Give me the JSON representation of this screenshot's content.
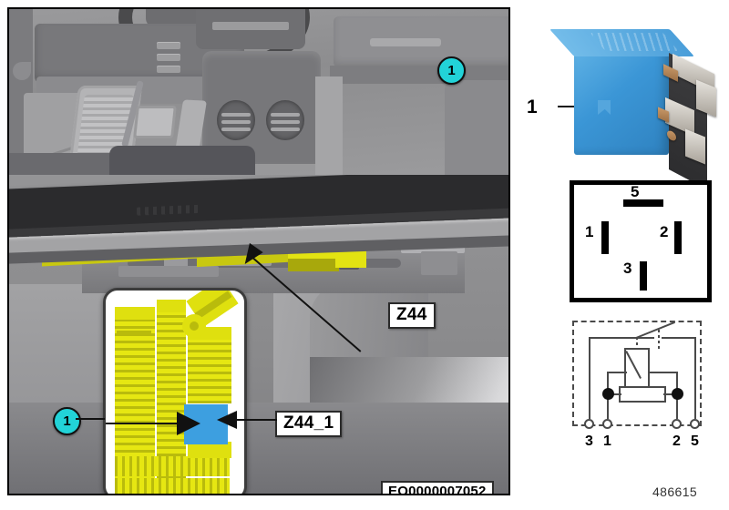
{
  "document": {
    "sheet_number": "486615",
    "image_id": "EO0000007052"
  },
  "photo_panel": {
    "upper_photo": {
      "name": "vehicle-driver-footwell",
      "marker": {
        "label": "1"
      }
    },
    "lower_photo": {
      "name": "under-dashboard-fuse-carrier",
      "callout_main": {
        "label": "Z44"
      },
      "inset": {
        "name": "fuse-box-detail",
        "callout": {
          "label": "Z44_1"
        },
        "marker": {
          "label": "1"
        },
        "highlight_color": "#3d9fe0"
      }
    }
  },
  "right_column": {
    "relay_photo": {
      "item_number": "1",
      "body_color": "#3b96d6"
    },
    "pinout": {
      "pins": [
        {
          "label": "1",
          "position": "left"
        },
        {
          "label": "2",
          "position": "right"
        },
        {
          "label": "3",
          "position": "bottom"
        },
        {
          "label": "5",
          "position": "top"
        }
      ]
    },
    "schematic": {
      "terminals": [
        {
          "label": "3"
        },
        {
          "label": "1"
        },
        {
          "label": "2"
        },
        {
          "label": "5"
        }
      ]
    }
  }
}
